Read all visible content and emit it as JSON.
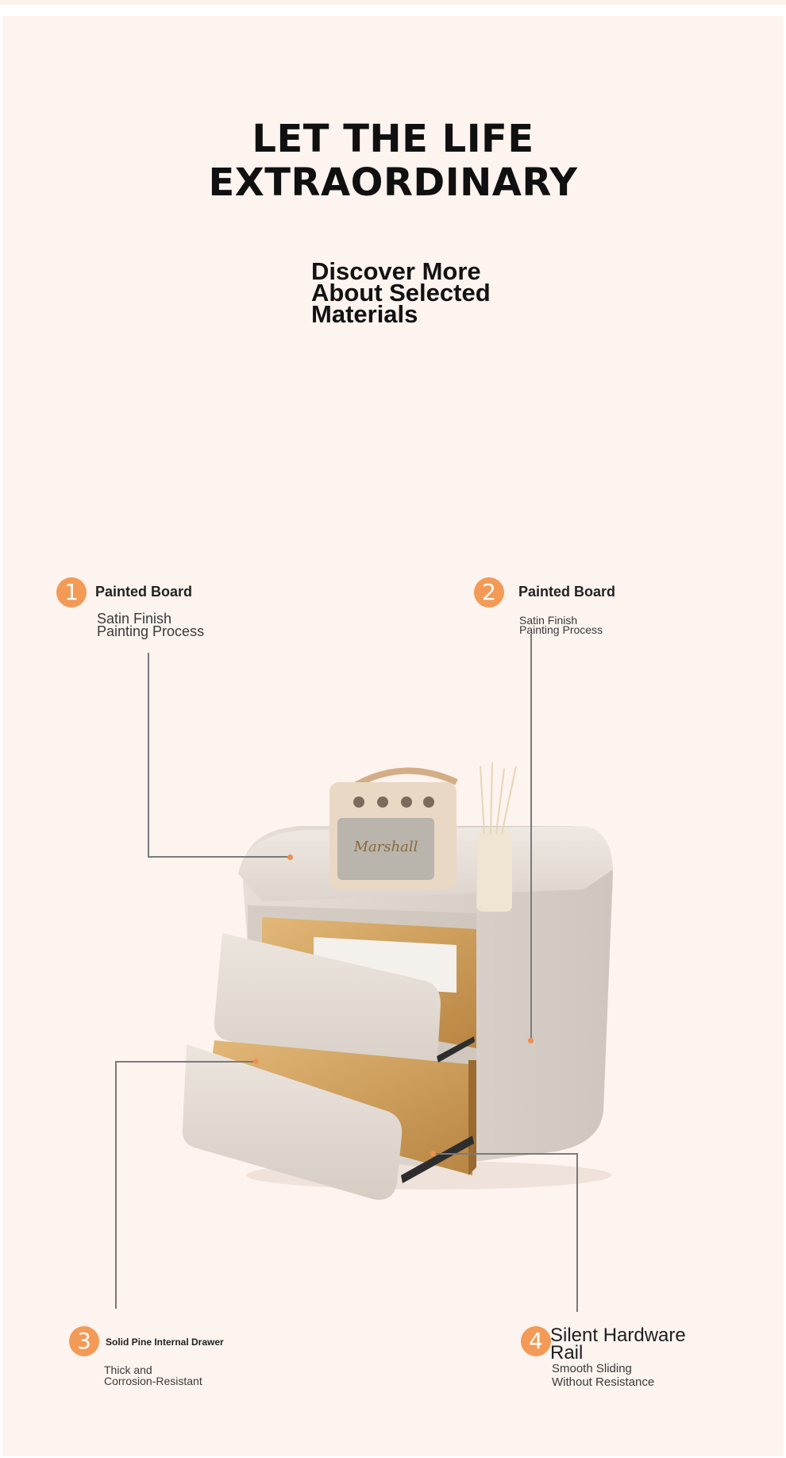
{
  "headline": {
    "line1": "LET THE LIFE",
    "line2": "EXTRAORDINARY"
  },
  "subheading": {
    "line1": "Discover More",
    "line2": "About Selected",
    "line3": "Materials"
  },
  "product_brand": "Marshall",
  "callouts": [
    {
      "number": "1",
      "title": "Painted Board",
      "sub1": "Satin Finish",
      "sub2": "Painting Process"
    },
    {
      "number": "2",
      "title": "Painted Board",
      "sub1": "Satin Finish",
      "sub2": "Painting Process"
    },
    {
      "number": "3",
      "title": "Solid Pine Internal Drawer",
      "sub1": "Thick and",
      "sub2": "Corrosion-Resistant"
    },
    {
      "number": "4",
      "title": "Silent Hardware Rail",
      "sub1": "Smooth Sliding",
      "sub2": "Without Resistance"
    }
  ],
  "colors": {
    "accent": "#f29a56",
    "background": "#fdf3ef",
    "leader_line": "#7a7a7a"
  }
}
